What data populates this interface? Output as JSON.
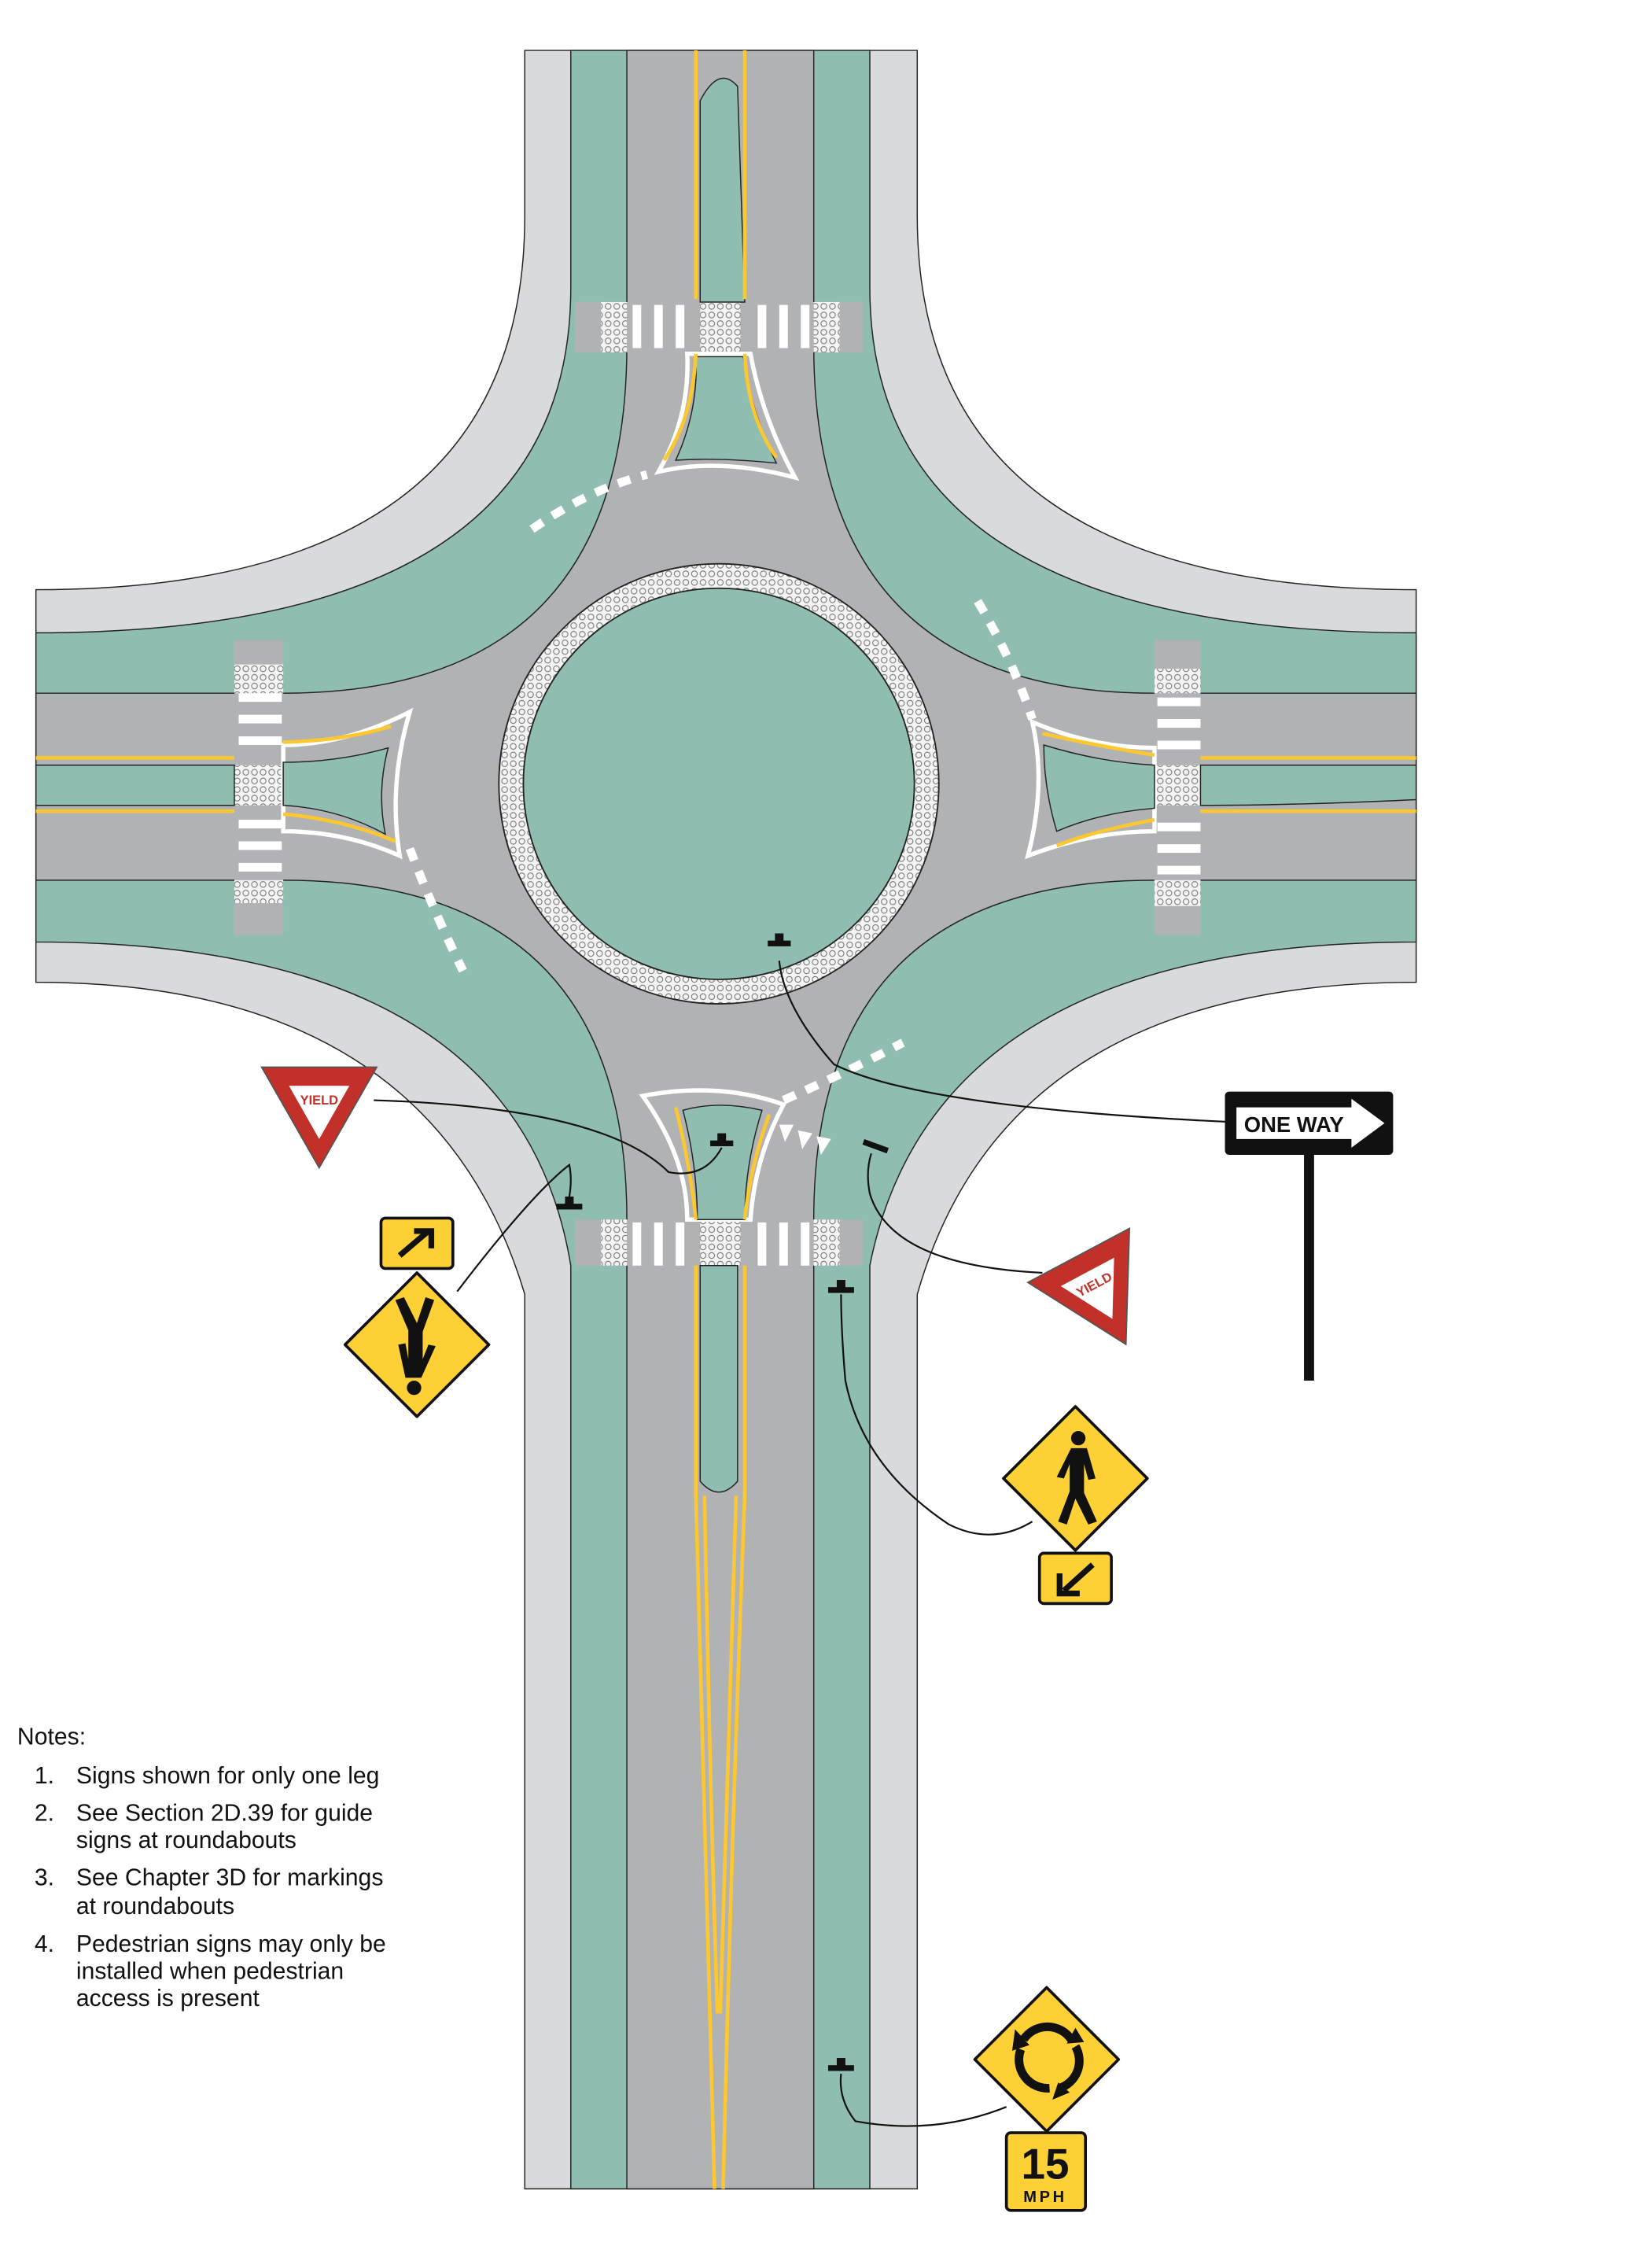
{
  "colors": {
    "sidewalk": "#d9dadb",
    "buffer_green": "#8fbeb1",
    "roadway": "#b1b2b4",
    "yellow_line": "#fdc82f",
    "sign_yellow": "#fdd035",
    "yield_red": "#c1312a"
  },
  "signs": {
    "yield_left": "YIELD",
    "yield_right": "YIELD",
    "one_way": "ONE WAY",
    "speed_value": "15",
    "speed_unit": "MPH"
  },
  "notes": {
    "title": "Notes:",
    "items": [
      {
        "num": "1.",
        "lines": [
          "Signs shown for only one leg"
        ]
      },
      {
        "num": "2.",
        "lines": [
          "See Section 2D.39 for guide",
          "signs at roundabouts"
        ]
      },
      {
        "num": "3.",
        "lines": [
          "See Chapter 3D for markings",
          "at roundabouts"
        ]
      },
      {
        "num": "4.",
        "lines": [
          "Pedestrian signs may only be",
          "installed when pedestrian",
          "access is present"
        ]
      }
    ]
  }
}
